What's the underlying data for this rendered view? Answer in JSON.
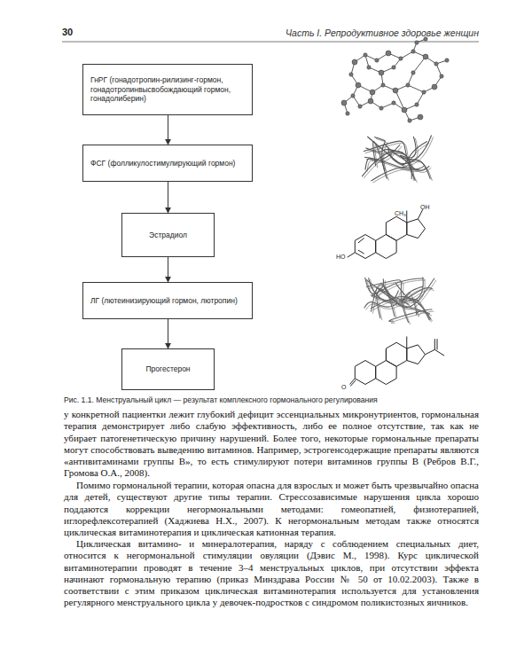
{
  "diagram": {
    "caption": "Рис. 1.1. Менструальный цикл — результат комплексного гормонального регулирования",
    "nodes": [
      {
        "text": [
          "ГнРГ (гонадотропин-рилизинг-гормон, гонадотропинвысвобождающий гормон, гонадолиберин)"
        ]
      },
      {
        "text": [
          "ФСГ (фолликулостимулирующий гормон)"
        ]
      },
      {
        "text": [
          "Эстрадиол"
        ]
      },
      {
        "text": [
          "ЛГ (лютеинизирующий гормон, лютропин)"
        ]
      },
      {
        "text": [
          "Прогестерон"
        ]
      }
    ],
    "edges": [
      {
        "from": 0,
        "to": 1,
        "arrow": "to"
      },
      {
        "from": 1,
        "to": 2,
        "arrow": "to"
      },
      {
        "from": 2,
        "to": 3,
        "arrow": "to"
      },
      {
        "from": 3,
        "to": 4,
        "arrow": "to"
      }
    ],
    "labels": [
      "30",
      "Часть I. Репродуктивное здоровье женщин",
      "CH₃",
      "OH",
      "HO",
      "O",
      "у конкретной пациентки лежит глубокий дефицит эссенциальных микронутриентов, гормональная терапия демонстрирует либо слабую эффективность, либо ее полное отсутствие, так как не убирает патогенетическую причину нарушений. Более того, некоторые гормональные препараты могут способствовать выведению витаминов. Например, эстрогенсодержащие препараты являются «антивитаминами группы В», то есть стимулируют потери витаминов группы В (Ребров В.Г., Громова О.А., 2008).",
      "Помимо гормональной терапии, которая опасна для взрослых и может быть чрезвычайно опасна для детей, существуют другие типы терапии. Стрессозависимые нарушения цикла хорошо поддаются коррекции негормональными методами: гомеопатией, физиотерапией, иглорефлексотерапией (Хаджиева Н.Х., 2007). К негормональным методам также относятся циклическая витаминотерапия и циклическая катионная терапия.",
      "Циклическая витамино- и минералотерапия, наряду с соблюдением специальных диет, относится к негормональной стимуляции овуляции (Дэвис М., 1998). Курс циклической витаминотерапии проводят в течение 3–4 менструальных циклов, при отсутствии эффекта начинают гормональную терапию (приказ Минздрава России № 50 от 10.02.2003). Также в соответствии с этим приказом циклическая витаминотерапия используется для установления регулярного менструального цикла у девочек-подростков с синдромом поликистозных яичников."
    ]
  }
}
